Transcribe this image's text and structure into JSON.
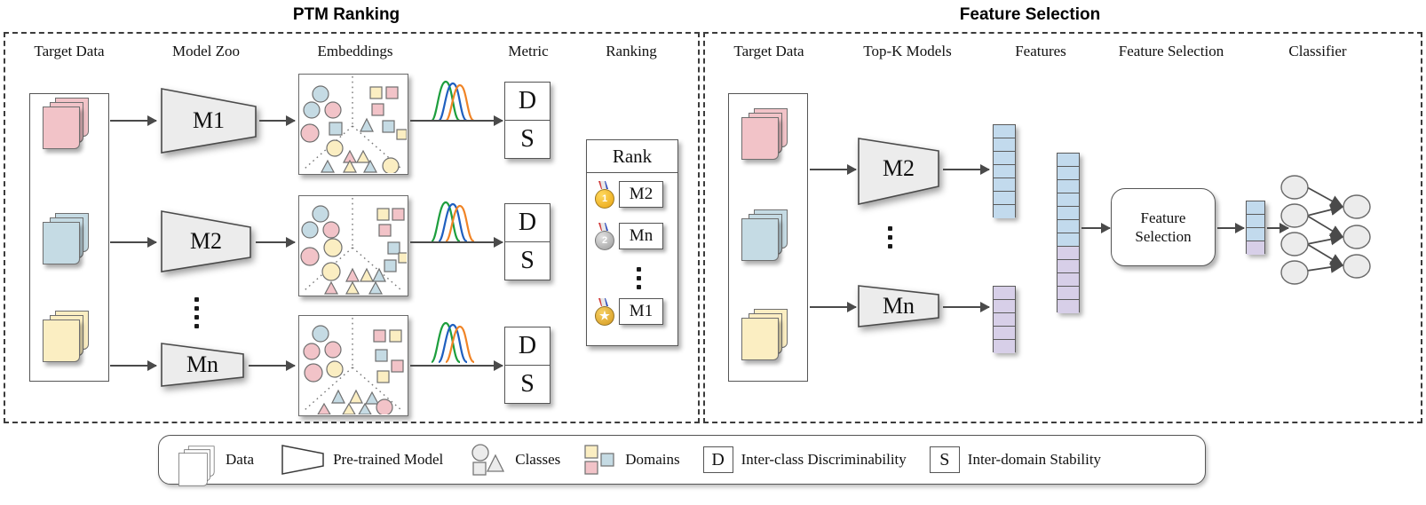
{
  "panels": {
    "ptm": {
      "title": "PTM Ranking",
      "columns": [
        "Target Data",
        "Model Zoo",
        "Embeddings",
        "Metric",
        "Ranking"
      ],
      "models": [
        "M1",
        "M2",
        "Mn"
      ],
      "metric_boxes": [
        {
          "top": "D",
          "bottom": "S"
        },
        {
          "top": "D",
          "bottom": "S"
        },
        {
          "top": "D",
          "bottom": "S"
        }
      ],
      "rank": {
        "header": "Rank",
        "entries": [
          {
            "medal": "gold-medal-icon",
            "place": "1",
            "model": "M2"
          },
          {
            "medal": "silver-medal-icon",
            "place": "2",
            "model": "Mn"
          },
          {
            "medal": "bronze-medal-icon",
            "place": "",
            "model": "M1"
          }
        ]
      }
    },
    "fs": {
      "title": "Feature Selection",
      "columns": [
        "Target Data",
        "Top-K Models",
        "Features",
        "Feature Selection",
        "Classifier"
      ],
      "models": [
        "M2",
        "Mn"
      ],
      "fs_box": [
        "Feature",
        "Selection"
      ],
      "feature_vectors": {
        "top_cells": 7,
        "bottom_cells": 5,
        "concat_blue_cells": 7,
        "concat_purple_cells": 5,
        "selected_blue_cells": 3,
        "selected_purple_cells": 1
      },
      "classifier": {
        "input_nodes": 4,
        "output_nodes": 3
      }
    }
  },
  "legend": [
    {
      "icon": "data-stack-icon",
      "label": "Data"
    },
    {
      "icon": "trapezoid-model-icon",
      "label": "Pre-trained Model"
    },
    {
      "icon": "class-shapes-icon",
      "label": "Classes"
    },
    {
      "icon": "domain-squares-icon",
      "label": "Domains"
    },
    {
      "icon": "d-box-icon",
      "symbol": "D",
      "label": "Inter-class Discriminability"
    },
    {
      "icon": "s-box-icon",
      "symbol": "S",
      "label": "Inter-domain Stability"
    }
  ],
  "colors": {
    "domain_pink": "#f2c3c8",
    "domain_blue": "#c5dbe4",
    "domain_yellow": "#fbeec2",
    "vector_blue": "#c2daed",
    "vector_purple": "#d7cfe8",
    "node_gray": "#ececec",
    "curve_green": "#1d9e3d",
    "curve_blue": "#1f5fbf",
    "curve_orange": "#f08426",
    "stroke": "#555555",
    "panel_border": "#3c3c3c"
  }
}
